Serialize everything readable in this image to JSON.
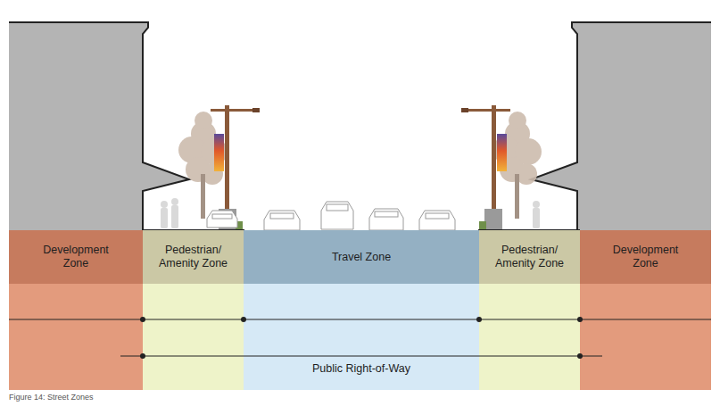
{
  "diagram": {
    "caption": "Figure 14: Street Zones",
    "nodes": [
      {
        "text": [
          "Development Zone"
        ]
      },
      {
        "text": [
          "Pedestrian/ Amenity Zone"
        ]
      },
      {
        "text": [
          "Travel Zone"
        ]
      },
      {
        "text": [
          "Pedestrian/ Amenity Zone"
        ]
      },
      {
        "text": [
          "Development Zone"
        ]
      }
    ],
    "labels": [
      "Public Right-of-Way"
    ]
  }
}
